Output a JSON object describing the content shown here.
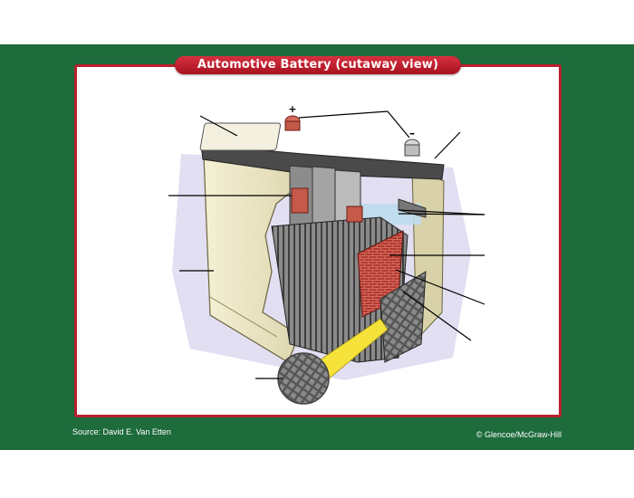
{
  "figure": {
    "title": "Automotive Battery (cutaway view)",
    "source_credit": "Source: David E. Van Etten",
    "copyright": "© Glencoe/McGraw-Hill"
  },
  "terminals": {
    "positive_symbol": "+",
    "negative_symbol": "–"
  },
  "colors": {
    "background_green": "#1e6b3c",
    "frame_red": "#b8202e",
    "banner_red": "#c41e2e",
    "case_cream": "#ede8c8",
    "plate_red": "#b23a32",
    "highlight_yellow": "#f5e23a",
    "electrolyte_blue": "#bcdcec"
  },
  "icons": [
    "battery-cutaway-illustration",
    "magnified-grid-inset"
  ]
}
